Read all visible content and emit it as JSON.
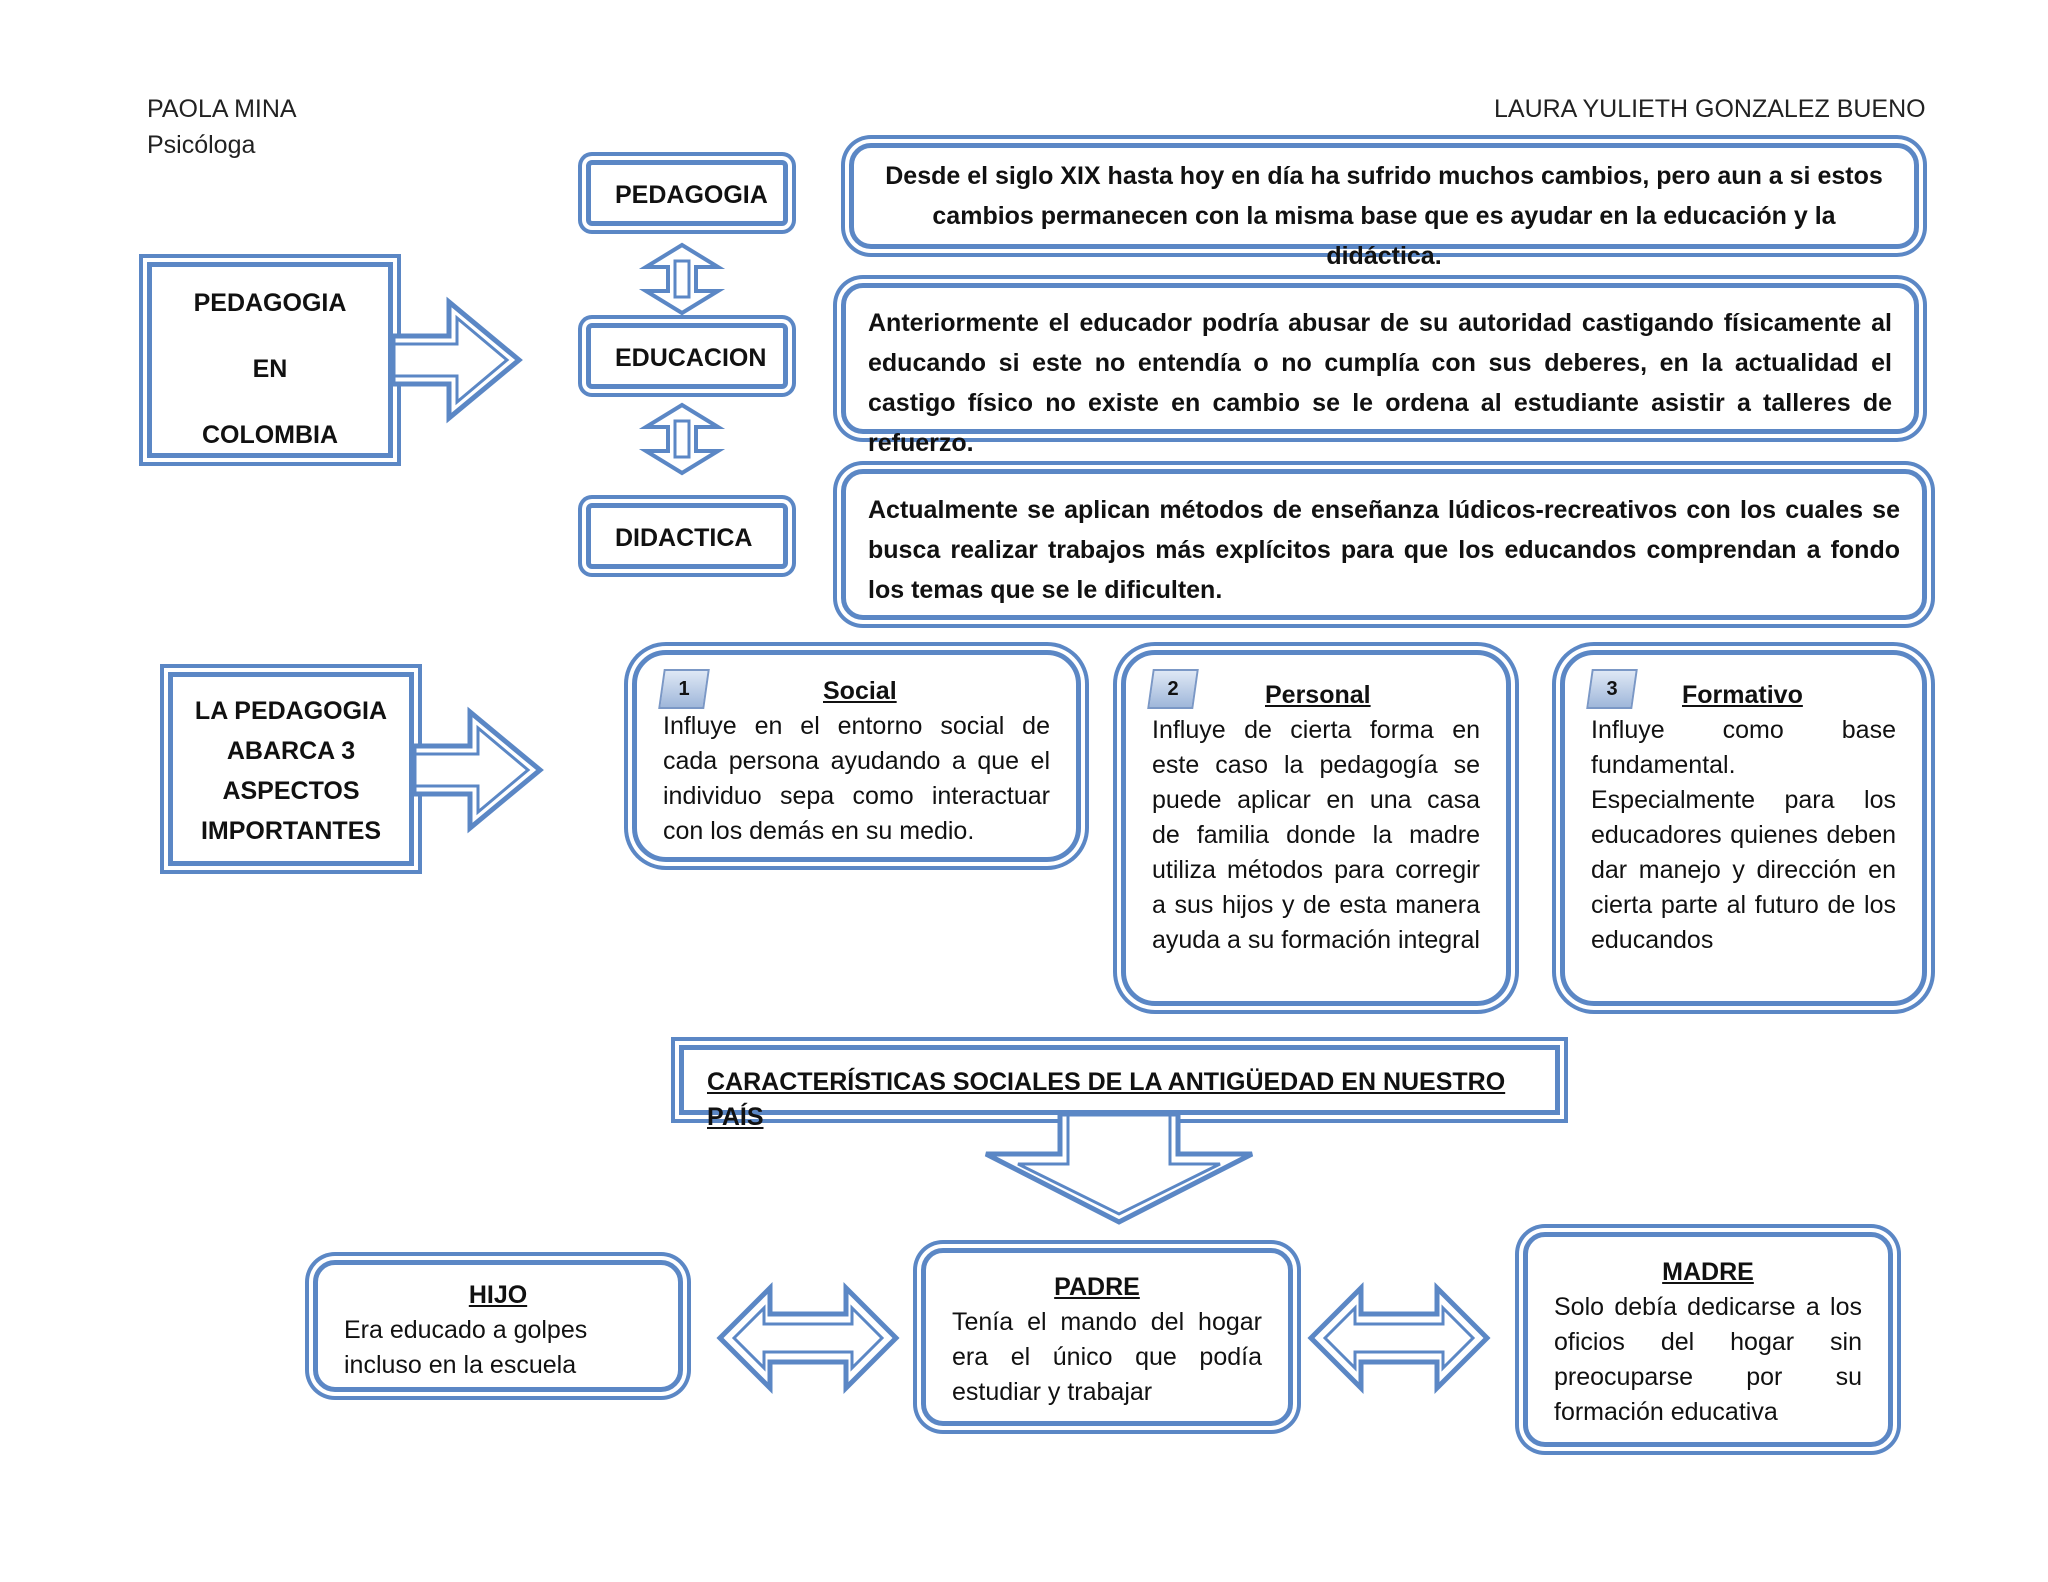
{
  "header": {
    "left_name": "PAOLA MINA",
    "left_role": "Psicóloga",
    "right_name": "LAURA YULIETH GONZALEZ BUENO"
  },
  "main_topic": {
    "line1": "PEDAGOGIA",
    "line2": "EN",
    "line3": "COLOMBIA"
  },
  "concepts": [
    {
      "label": "PEDAGOGIA",
      "text": "Desde el siglo XIX hasta hoy en día ha sufrido muchos  cambios, pero aun a si estos cambios  permanecen con la misma base que es ayudar en la educación y la didáctica."
    },
    {
      "label": "EDUCACION",
      "text": "Anteriormente el educador podría abusar de su autoridad castigando  físicamente al educando si este no entendía o no cumplía con sus deberes, en la actualidad el castigo físico no existe en cambio se le ordena al estudiante asistir a talleres de refuerzo."
    },
    {
      "label": "DIDACTICA",
      "text": "Actualmente se aplican métodos de enseñanza lúdicos-recreativos con los cuales se busca realizar trabajos más explícitos para que los educandos comprendan a fondo los temas que se le dificulten."
    }
  ],
  "aspects_intro": {
    "line1": "LA PEDAGOGIA",
    "line2": "ABARCA 3",
    "line3": "ASPECTOS",
    "line4": "IMPORTANTES"
  },
  "aspects": [
    {
      "number": "1",
      "title": "Social",
      "text": "Influye en el entorno social de cada persona ayudando a que el individuo sepa como interactuar con los demás en su medio."
    },
    {
      "number": "2",
      "title": "Personal",
      "text": "Influye de cierta forma en este caso la pedagogía se puede aplicar en una casa de familia donde la madre utiliza métodos para corregir a sus hijos y de esta manera ayuda a su formación integral"
    },
    {
      "number": "3",
      "title": "Formativo",
      "text1": "Influye como base fundamental.",
      "text2": "Especialmente para los educadores quienes deben dar manejo y dirección en cierta parte al futuro de los educandos"
    }
  ],
  "social_heading": "CARACTERÍSTICAS SOCIALES DE LA ANTIGÜEDAD EN NUESTRO PAÍS",
  "family": [
    {
      "title": "HIJO",
      "text": "Era educado a golpes incluso en la escuela"
    },
    {
      "title": "PADRE",
      "text": "Tenía el mando del hogar era el único que podía estudiar y trabajar"
    },
    {
      "title": "MADRE",
      "text": "Solo debía dedicarse a los oficios del hogar sin preocuparse por su formación educativa"
    }
  ],
  "colors": {
    "border": "#5b87c5",
    "badge": "#9fb7da"
  }
}
